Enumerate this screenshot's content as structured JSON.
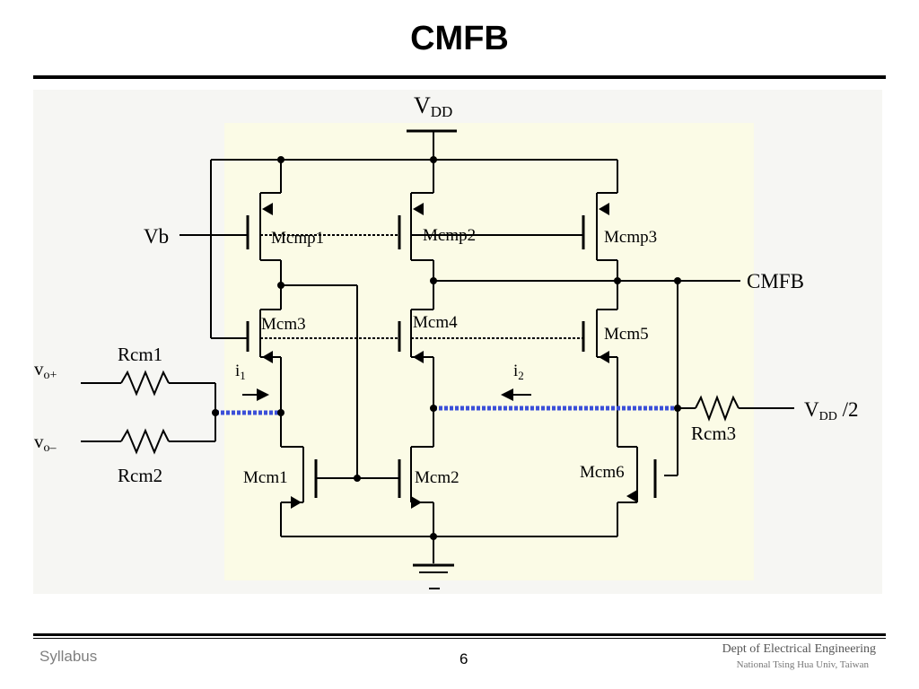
{
  "slide": {
    "title": "CMFB",
    "footer_left": "Syllabus",
    "page_number": "6",
    "footer_dept": "Dept of Electrical Engineering",
    "footer_univ": "National Tsing Hua Univ, Taiwan"
  },
  "circuit": {
    "supply_label": "V",
    "supply_sub": "DD",
    "bias_label": "Vb",
    "output_label": "CMFB",
    "input_pos_label": "v",
    "input_pos_sub": "o+",
    "input_neg_label": "v",
    "input_neg_sub": "o–",
    "ref_label": "V",
    "ref_sub": "DD",
    "ref_suffix": " /2",
    "current1_label": "i",
    "current1_sub": "1",
    "current2_label": "i",
    "current2_sub": "2",
    "resistors": [
      "Rcm1",
      "Rcm2",
      "Rcm3"
    ],
    "transistors": [
      "Mcmp1",
      "Mcmp2",
      "Mcmp3",
      "Mcm3",
      "Mcm4",
      "Mcm5",
      "Mcm1",
      "Mcm2",
      "Mcm6"
    ],
    "highlight_color": "#3b4fd8"
  }
}
